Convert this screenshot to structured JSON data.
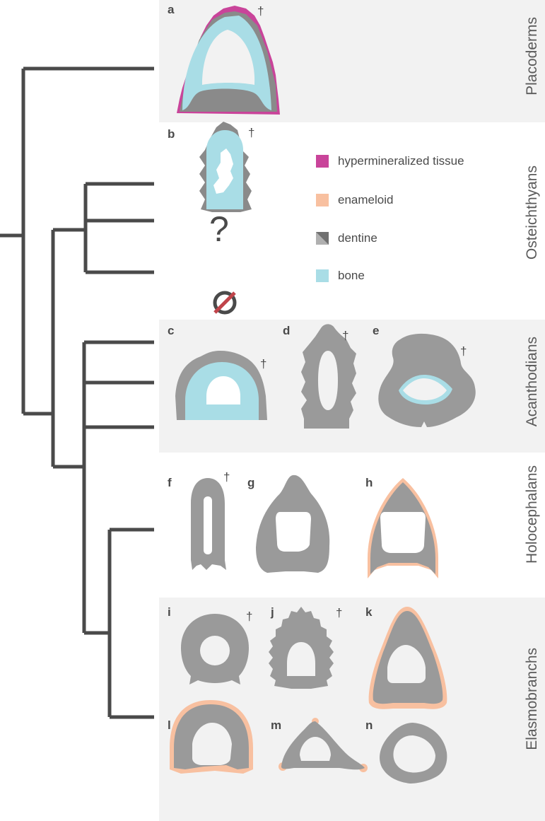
{
  "clades": {
    "placoderms": "Placoderms",
    "osteichthyans": "Osteichthyans",
    "acanthodians": "Acanthodians",
    "holocephalans": "Holocephalans",
    "elasmobranchs": "Elasmobranchs"
  },
  "panels": [
    "a",
    "b",
    "c",
    "d",
    "e",
    "f",
    "g",
    "h",
    "i",
    "j",
    "k",
    "l",
    "m",
    "n"
  ],
  "extinct_marker": "†",
  "unknown_marker": "?",
  "absent_marker": "Ø",
  "legend": [
    {
      "label": "hypermineralized tissue",
      "color": "#c9449a"
    },
    {
      "label": "enameloid",
      "color": "#f8c0a0"
    },
    {
      "label": "dentine",
      "color": "#8c8c8c"
    },
    {
      "label": "bone",
      "color": "#a9dde6"
    }
  ],
  "colors": {
    "tree": "#4a4a4a",
    "band": "#f2f2f2",
    "dentine": "#9a9a9a",
    "dentine_dark": "#7a7a7a",
    "bone": "#a9dde6",
    "enameloid": "#f8c0a0",
    "hypermineralized": "#c9449a",
    "absent_slash": "#c0444a"
  }
}
